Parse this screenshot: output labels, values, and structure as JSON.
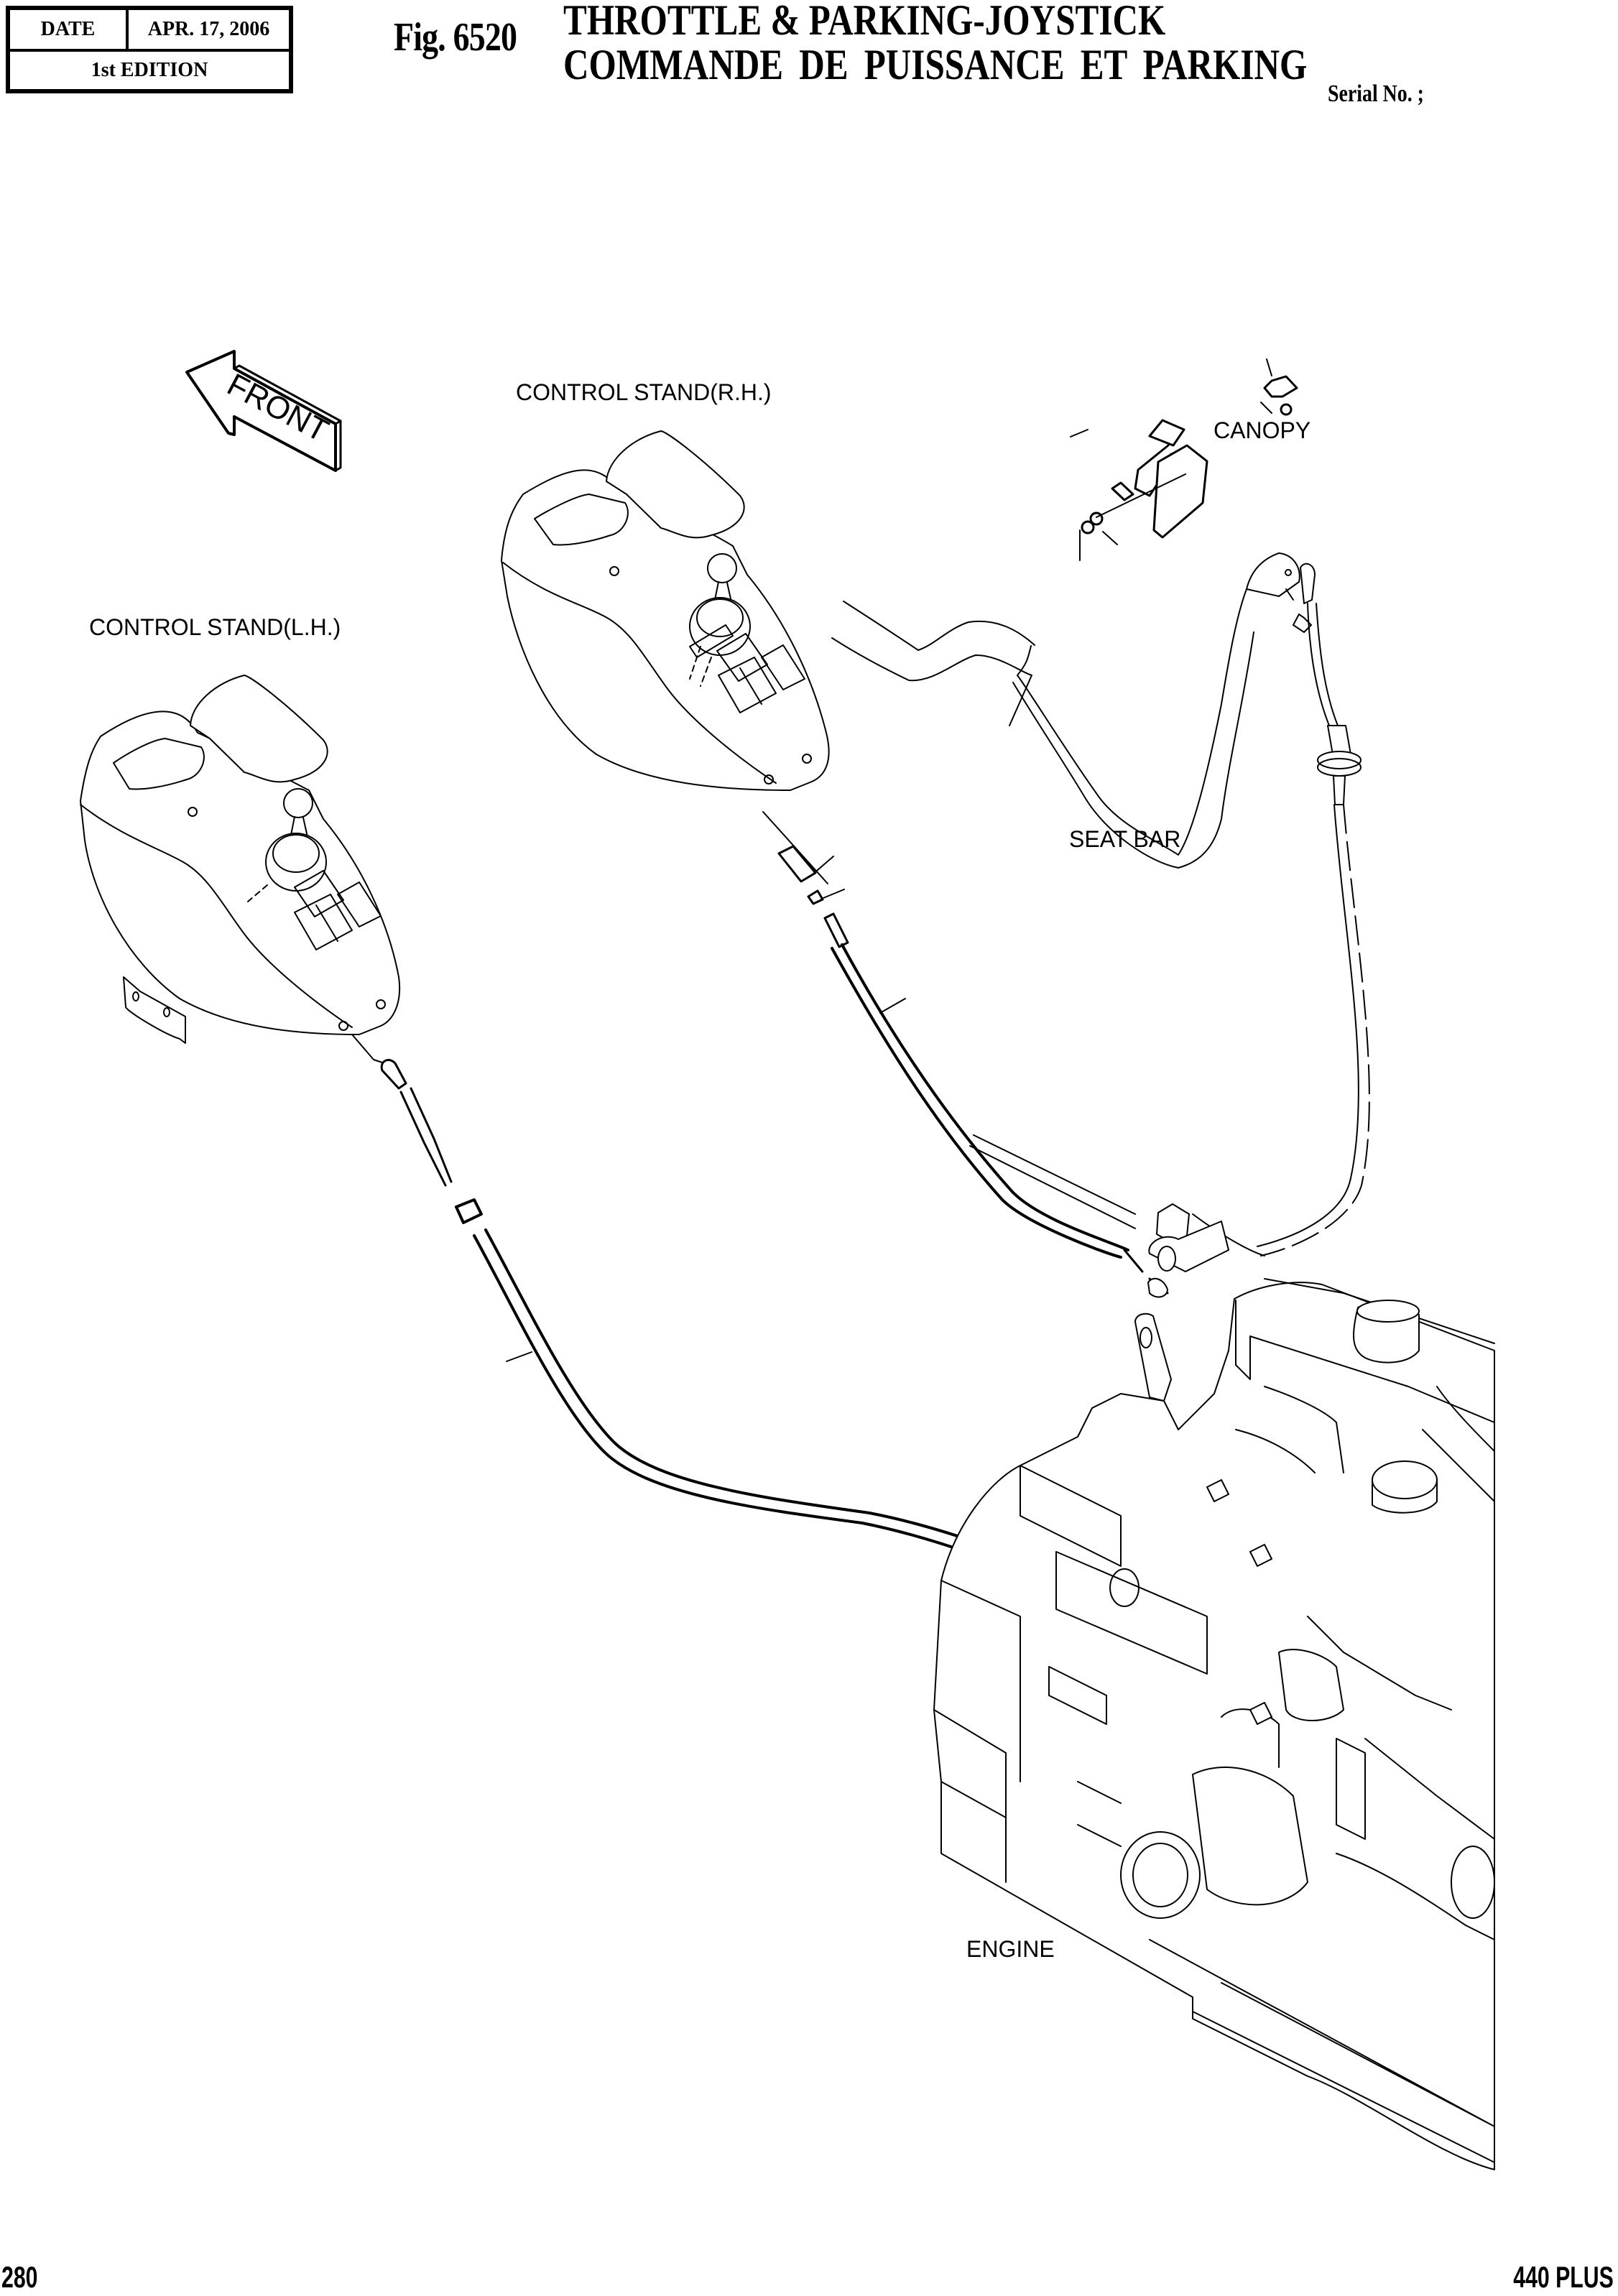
{
  "header": {
    "date_label": "DATE",
    "date_value": "APR. 17, 2006",
    "edition": "1st EDITION",
    "figure_number": "Fig. 6520",
    "title_en": "THROTTLE & PARKING-JOYSTICK",
    "title_fr": "COMMANDE DE PUISSANCE ET PARKING",
    "serial_label": "Serial No. ;"
  },
  "diagram": {
    "orientation_arrow": "FRONT",
    "labels": {
      "control_stand_rh": "CONTROL STAND(R.H.)",
      "control_stand_lh": "CONTROL STAND(L.H.)",
      "canopy": "CANOPY",
      "seat_bar": "SEAT BAR",
      "engine": "ENGINE"
    },
    "components": [
      {
        "name": "control-stand-rh",
        "icon": "joystick-console"
      },
      {
        "name": "control-stand-lh",
        "icon": "joystick-console"
      },
      {
        "name": "canopy-bracket",
        "icon": "bracket"
      },
      {
        "name": "seat-bar",
        "icon": "tube-bar"
      },
      {
        "name": "throttle-cable-lh",
        "icon": "push-pull-cable"
      },
      {
        "name": "throttle-cable-rh",
        "icon": "push-pull-cable"
      },
      {
        "name": "parking-cable",
        "icon": "push-pull-cable"
      },
      {
        "name": "engine",
        "icon": "engine-block"
      }
    ]
  },
  "footer": {
    "page_number": "280",
    "model": "440 PLUS"
  }
}
